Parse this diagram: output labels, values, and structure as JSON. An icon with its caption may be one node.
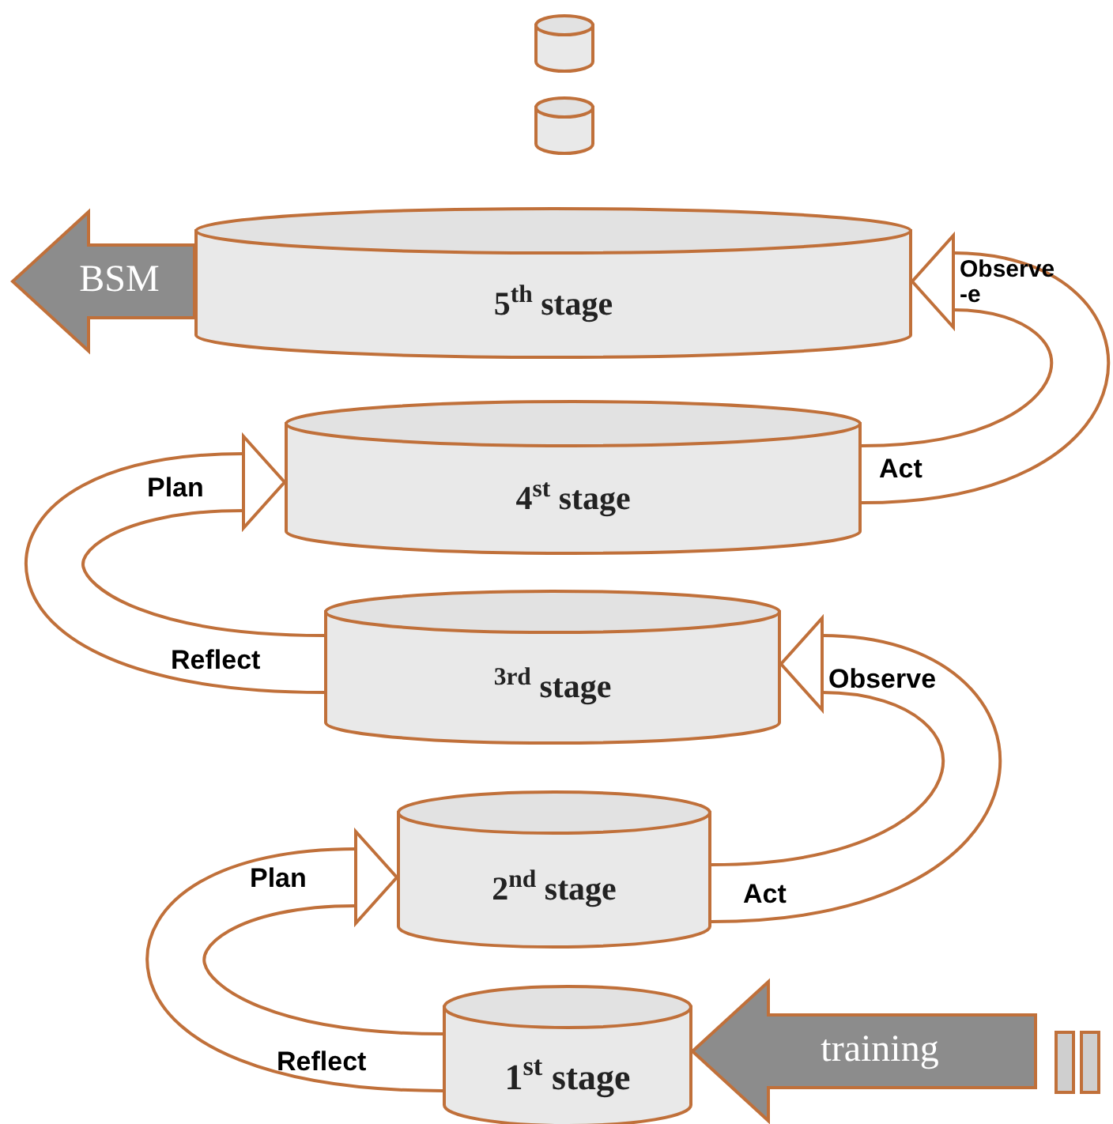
{
  "diagram": {
    "nodes": [
      {
        "text": [],
        "shape": "cylinder"
      },
      {
        "text": [],
        "shape": "cylinder"
      },
      {
        "text": [
          "5$^{th}$ stage"
        ]
      },
      {
        "text": [
          "4$^{st}$ stage"
        ]
      },
      {
        "text": [
          "$^{3rd}$ stage"
        ]
      },
      {
        "text": [
          "2$^{nd}$ stage"
        ]
      },
      {
        "text": [
          "1$^{st}$ stage"
        ]
      },
      {
        "text": [],
        "shape": "bar"
      },
      {
        "text": [],
        "shape": "bar"
      }
    ],
    "edges": [
      {
        "from": 6,
        "to": 5,
        "arrow": "to"
      },
      {
        "from": 5,
        "to": 4,
        "arrow": "to"
      },
      {
        "from": 4,
        "to": 3,
        "arrow": "to"
      },
      {
        "from": 3,
        "to": 2,
        "arrow": "to"
      },
      {
        "from": null,
        "to": 6,
        "arrow": "to",
        "label": "training",
        "style": "thick",
        "color": "#8c8c8c"
      },
      {
        "from": 2,
        "to": null,
        "arrow": "to",
        "label": "BSM",
        "style": "thick",
        "color": "#8c8c8c"
      }
    ],
    "labels": [
      "Observe -e",
      "Plan",
      "Act",
      "Reflect",
      "Observe",
      "Plan",
      "Act",
      "Reflect"
    ]
  }
}
